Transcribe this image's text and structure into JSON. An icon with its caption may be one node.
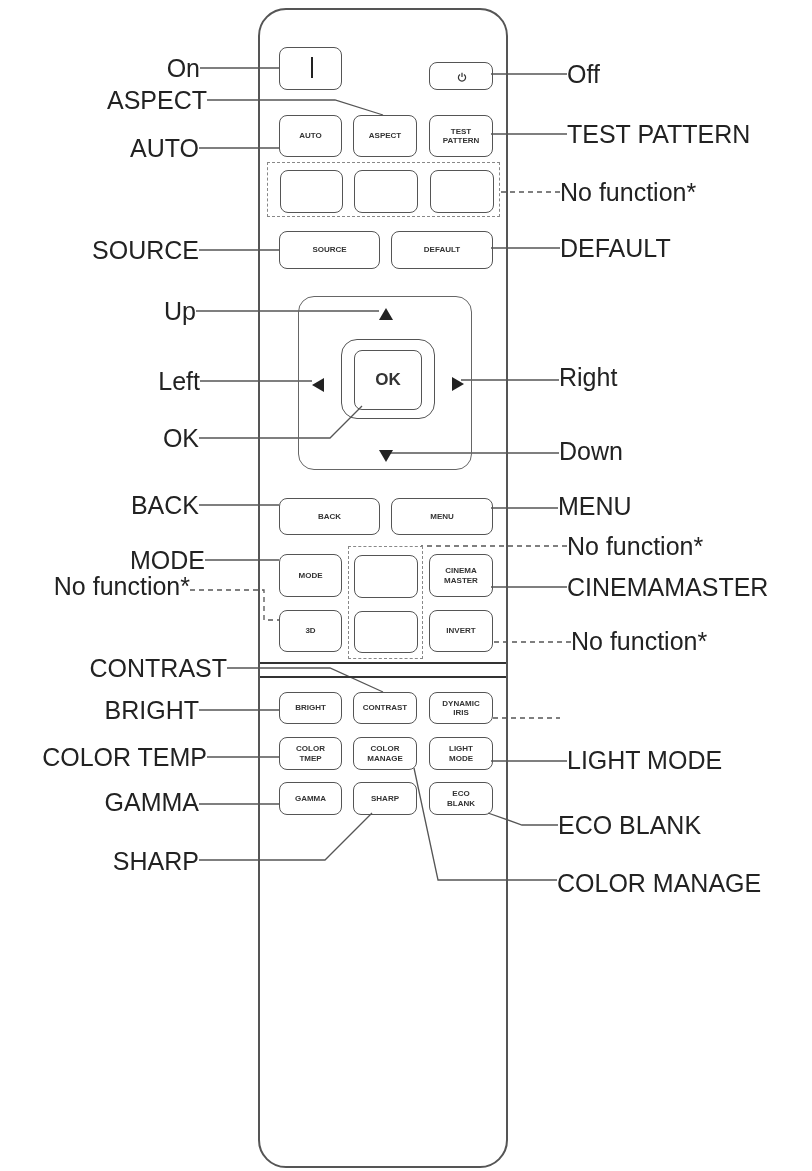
{
  "diagram": {
    "nodes": [
      {
        "text": [],
        "shape": "box"
      },
      {
        "text": [],
        "shape": "box",
        "in": 0
      },
      {
        "text": [],
        "shape": "box",
        "in": 0
      },
      {
        "text": [
          "AUTO"
        ],
        "in": 0
      },
      {
        "text": [
          "ASPECT"
        ],
        "in": 0
      },
      {
        "text": [
          "TEST PATTERN"
        ],
        "in": 0
      },
      {
        "text": [],
        "shape": "box",
        "in": 0
      },
      {
        "text": [],
        "shape": "box",
        "in": 6
      },
      {
        "text": [],
        "shape": "box",
        "in": 6
      },
      {
        "text": [],
        "shape": "box",
        "in": 6
      },
      {
        "text": [
          "SOURCE"
        ],
        "in": 0
      },
      {
        "text": [
          "DEFAULT"
        ],
        "in": 0
      },
      {
        "text": [],
        "shape": "box",
        "in": 0
      },
      {
        "text": [],
        "shape": "triangle",
        "in": 12
      },
      {
        "text": [],
        "shape": "triangle",
        "in": 12
      },
      {
        "text": [],
        "shape": "box",
        "in": 12
      },
      {
        "text": [
          "OK"
        ],
        "in": 15
      },
      {
        "text": [],
        "shape": "triangle",
        "in": 12
      },
      {
        "text": [],
        "shape": "triangle",
        "in": 12
      },
      {
        "text": [
          "BACK"
        ],
        "in": 0
      },
      {
        "text": [
          "MENU"
        ],
        "in": 0
      },
      {
        "text": [
          "MODE"
        ],
        "in": 0
      },
      {
        "text": [],
        "shape": "box",
        "in": 0
      },
      {
        "text": [],
        "shape": "box",
        "in": 22
      },
      {
        "text": [],
        "shape": "box",
        "in": 22
      },
      {
        "text": [
          "CINEMA MASTER"
        ],
        "in": 0
      },
      {
        "text": [
          "3D"
        ],
        "in": 0
      },
      {
        "text": [
          "INVERT"
        ],
        "in": 0
      },
      {
        "text": [
          "BRIGHT"
        ],
        "in": 0
      },
      {
        "text": [
          "CONTRAST"
        ],
        "in": 0
      },
      {
        "text": [
          "DYNAMIC IRIS"
        ],
        "in": 0
      },
      {
        "text": [
          "COLOR TMEP"
        ],
        "in": 0
      },
      {
        "text": [
          "COLOR MANAGE"
        ],
        "in": 0
      },
      {
        "text": [
          "LIGHT MODE"
        ],
        "in": 0
      },
      {
        "text": [
          "GAMMA"
        ],
        "in": 0
      },
      {
        "text": [
          "SHARP"
        ],
        "in": 0
      },
      {
        "text": [
          "ECO BLANK"
        ],
        "in": 0
      },
      {
        "text": [
          "On"
        ]
      },
      {
        "text": [
          "Off"
        ]
      },
      {
        "text": [
          "ASPECT"
        ]
      },
      {
        "text": [
          "AUTO"
        ]
      },
      {
        "text": [
          "TEST PATTERN"
        ]
      },
      {
        "text": [
          "No function*"
        ]
      },
      {
        "text": [
          "SOURCE"
        ]
      },
      {
        "text": [
          "DEFAULT"
        ]
      },
      {
        "text": [
          "Up"
        ]
      },
      {
        "text": [
          "Left"
        ]
      },
      {
        "text": [
          "Right"
        ]
      },
      {
        "text": [
          "OK"
        ]
      },
      {
        "text": [
          "Down"
        ]
      },
      {
        "text": [
          "BACK"
        ]
      },
      {
        "text": [
          "MENU"
        ]
      },
      {
        "text": [
          "MODE"
        ]
      },
      {
        "text": [
          "No function*"
        ]
      },
      {
        "text": [
          "No function*"
        ]
      },
      {
        "text": [
          "CINEMAMASTER"
        ]
      },
      {
        "text": [
          "No function*"
        ]
      },
      {
        "text": [
          "CONTRAST"
        ]
      },
      {
        "text": [
          "BRIGHT"
        ]
      },
      {
        "text": [
          "COLOR TEMP"
        ]
      },
      {
        "text": [
          "LIGHT MODE"
        ]
      },
      {
        "text": [
          "GAMMA"
        ]
      },
      {
        "text": [
          "ECO BLANK"
        ]
      },
      {
        "text": [
          "SHARP"
        ]
      },
      {
        "text": [
          "COLOR MANAGE"
        ]
      }
    ],
    "edges": [
      {
        "from": 37,
        "to": 1,
        "arrow": "none"
      },
      {
        "from": 38,
        "to": 2,
        "arrow": "none"
      },
      {
        "from": 39,
        "to": 4,
        "arrow": "none"
      },
      {
        "from": 40,
        "to": 3,
        "arrow": "none"
      },
      {
        "from": 41,
        "to": 5,
        "arrow": "none"
      },
      {
        "from": 42,
        "to": 6,
        "arrow": "none",
        "style": "dashed"
      },
      {
        "from": 43,
        "to": 10,
        "arrow": "none"
      },
      {
        "from": 44,
        "to": 11,
        "arrow": "none"
      },
      {
        "from": 45,
        "to": 13,
        "arrow": "none"
      },
      {
        "from": 46,
        "to": 14,
        "arrow": "none"
      },
      {
        "from": 47,
        "to": 17,
        "arrow": "none"
      },
      {
        "from": 48,
        "to": 16,
        "arrow": "none"
      },
      {
        "from": 49,
        "to": 18,
        "arrow": "none"
      },
      {
        "from": 50,
        "to": 19,
        "arrow": "none"
      },
      {
        "from": 51,
        "to": 20,
        "arrow": "none"
      },
      {
        "from": 52,
        "to": 21,
        "arrow": "none"
      },
      {
        "from": 53,
        "to": 22,
        "arrow": "none",
        "style": "dashed"
      },
      {
        "from": 54,
        "to": 26,
        "arrow": "none",
        "style": "dashed"
      },
      {
        "from": 55,
        "to": 25,
        "arrow": "none"
      },
      {
        "from": 56,
        "to": 27,
        "arrow": "none",
        "style": "dashed"
      },
      {
        "from": 57,
        "to": 29,
        "arrow": "none"
      },
      {
        "from": 58,
        "to": 28,
        "arrow": "none"
      },
      {
        "from": 30,
        "to": null,
        "arrow": "none",
        "style": "dashed"
      },
      {
        "from": 59,
        "to": 31,
        "arrow": "none"
      },
      {
        "from": 60,
        "to": 33,
        "arrow": "none"
      },
      {
        "from": 61,
        "to": 34,
        "arrow": "none"
      },
      {
        "from": 62,
        "to": 36,
        "arrow": "none"
      },
      {
        "from": 63,
        "to": 35,
        "arrow": "none"
      },
      {
        "from": 64,
        "to": 32,
        "arrow": "none"
      }
    ]
  }
}
